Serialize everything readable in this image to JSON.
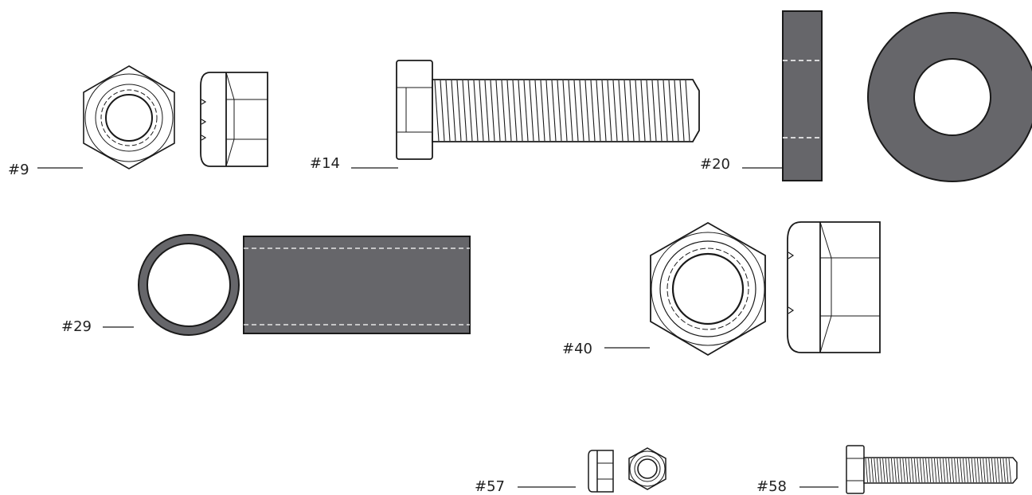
{
  "colors": {
    "stroke": "#1a1a1a",
    "fill_dark": "#66666a",
    "dash": "#ffffff",
    "background": "#ffffff"
  },
  "parts": [
    {
      "label": "#9",
      "kind": "nylon-lock-nut"
    },
    {
      "label": "#14",
      "kind": "hex-bolt"
    },
    {
      "label": "#20",
      "kind": "flat-washer"
    },
    {
      "label": "#29",
      "kind": "spacer-sleeve"
    },
    {
      "label": "#40",
      "kind": "nylon-lock-nut"
    },
    {
      "label": "#57",
      "kind": "nylon-lock-nut"
    },
    {
      "label": "#58",
      "kind": "hex-bolt"
    }
  ]
}
